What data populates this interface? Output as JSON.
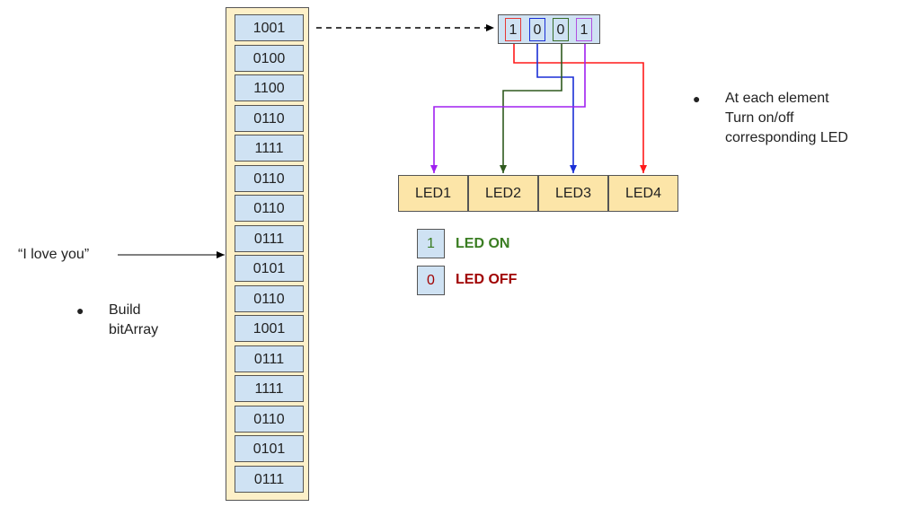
{
  "bit_array": [
    "1001",
    "0100",
    "1100",
    "0110",
    "1111",
    "0110",
    "0110",
    "0111",
    "0101",
    "0110",
    "1001",
    "0111",
    "1111",
    "0110",
    "0101",
    "0111"
  ],
  "current_bits": [
    {
      "value": "1",
      "color": "#e53935"
    },
    {
      "value": "0",
      "color": "#1a2fd6"
    },
    {
      "value": "0",
      "color": "#3a6e2a"
    },
    {
      "value": "1",
      "color": "#b04fe0"
    }
  ],
  "leds": [
    "LED1",
    "LED2",
    "LED3",
    "LED4"
  ],
  "legend": [
    {
      "value": "1",
      "label": "LED ON",
      "color": "#3a7d22"
    },
    {
      "value": "0",
      "label": "LED OFF",
      "color": "#a00000"
    }
  ],
  "input_text": "“I love you”",
  "note_build": [
    "Build",
    "bitArray"
  ],
  "note_each": [
    "At each element",
    "Turn on/off",
    "corresponding LED"
  ],
  "bullet": "●",
  "colors": {
    "array_bg": "#fdf0c8",
    "cell_bg": "#cfe2f3",
    "led_bg": "#fce5a8"
  }
}
